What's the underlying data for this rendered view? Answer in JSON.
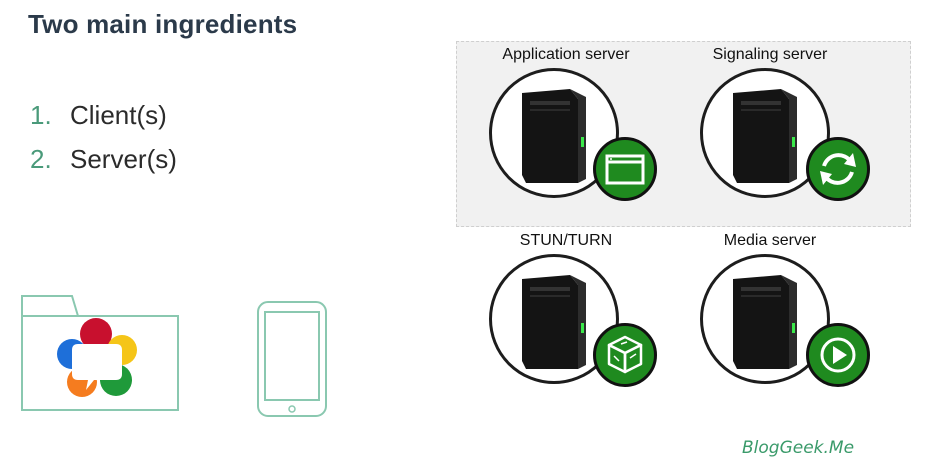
{
  "slide": {
    "title": "Two main ingredients",
    "items": [
      {
        "number": "1.",
        "label": "Client(s)"
      },
      {
        "number": "2.",
        "label": "Server(s)"
      }
    ]
  },
  "servers": [
    {
      "label": "Application server",
      "icon": "browser-window-icon"
    },
    {
      "label": "Signaling server",
      "icon": "sync-arrows-icon"
    },
    {
      "label": "STUN/TURN",
      "icon": "cube-icon"
    },
    {
      "label": "Media server",
      "icon": "play-icon"
    }
  ],
  "clients": {
    "folder_icon": "webrtc-folder-icon",
    "device_icon": "tablet-icon"
  },
  "branding": {
    "logo_text": "BlogGeek.Me"
  },
  "colors": {
    "accent_green": "#1f8a1f",
    "list_number": "#4a9a7a",
    "title": "#2b3a4a",
    "device_outline": "#8ac8b0"
  }
}
